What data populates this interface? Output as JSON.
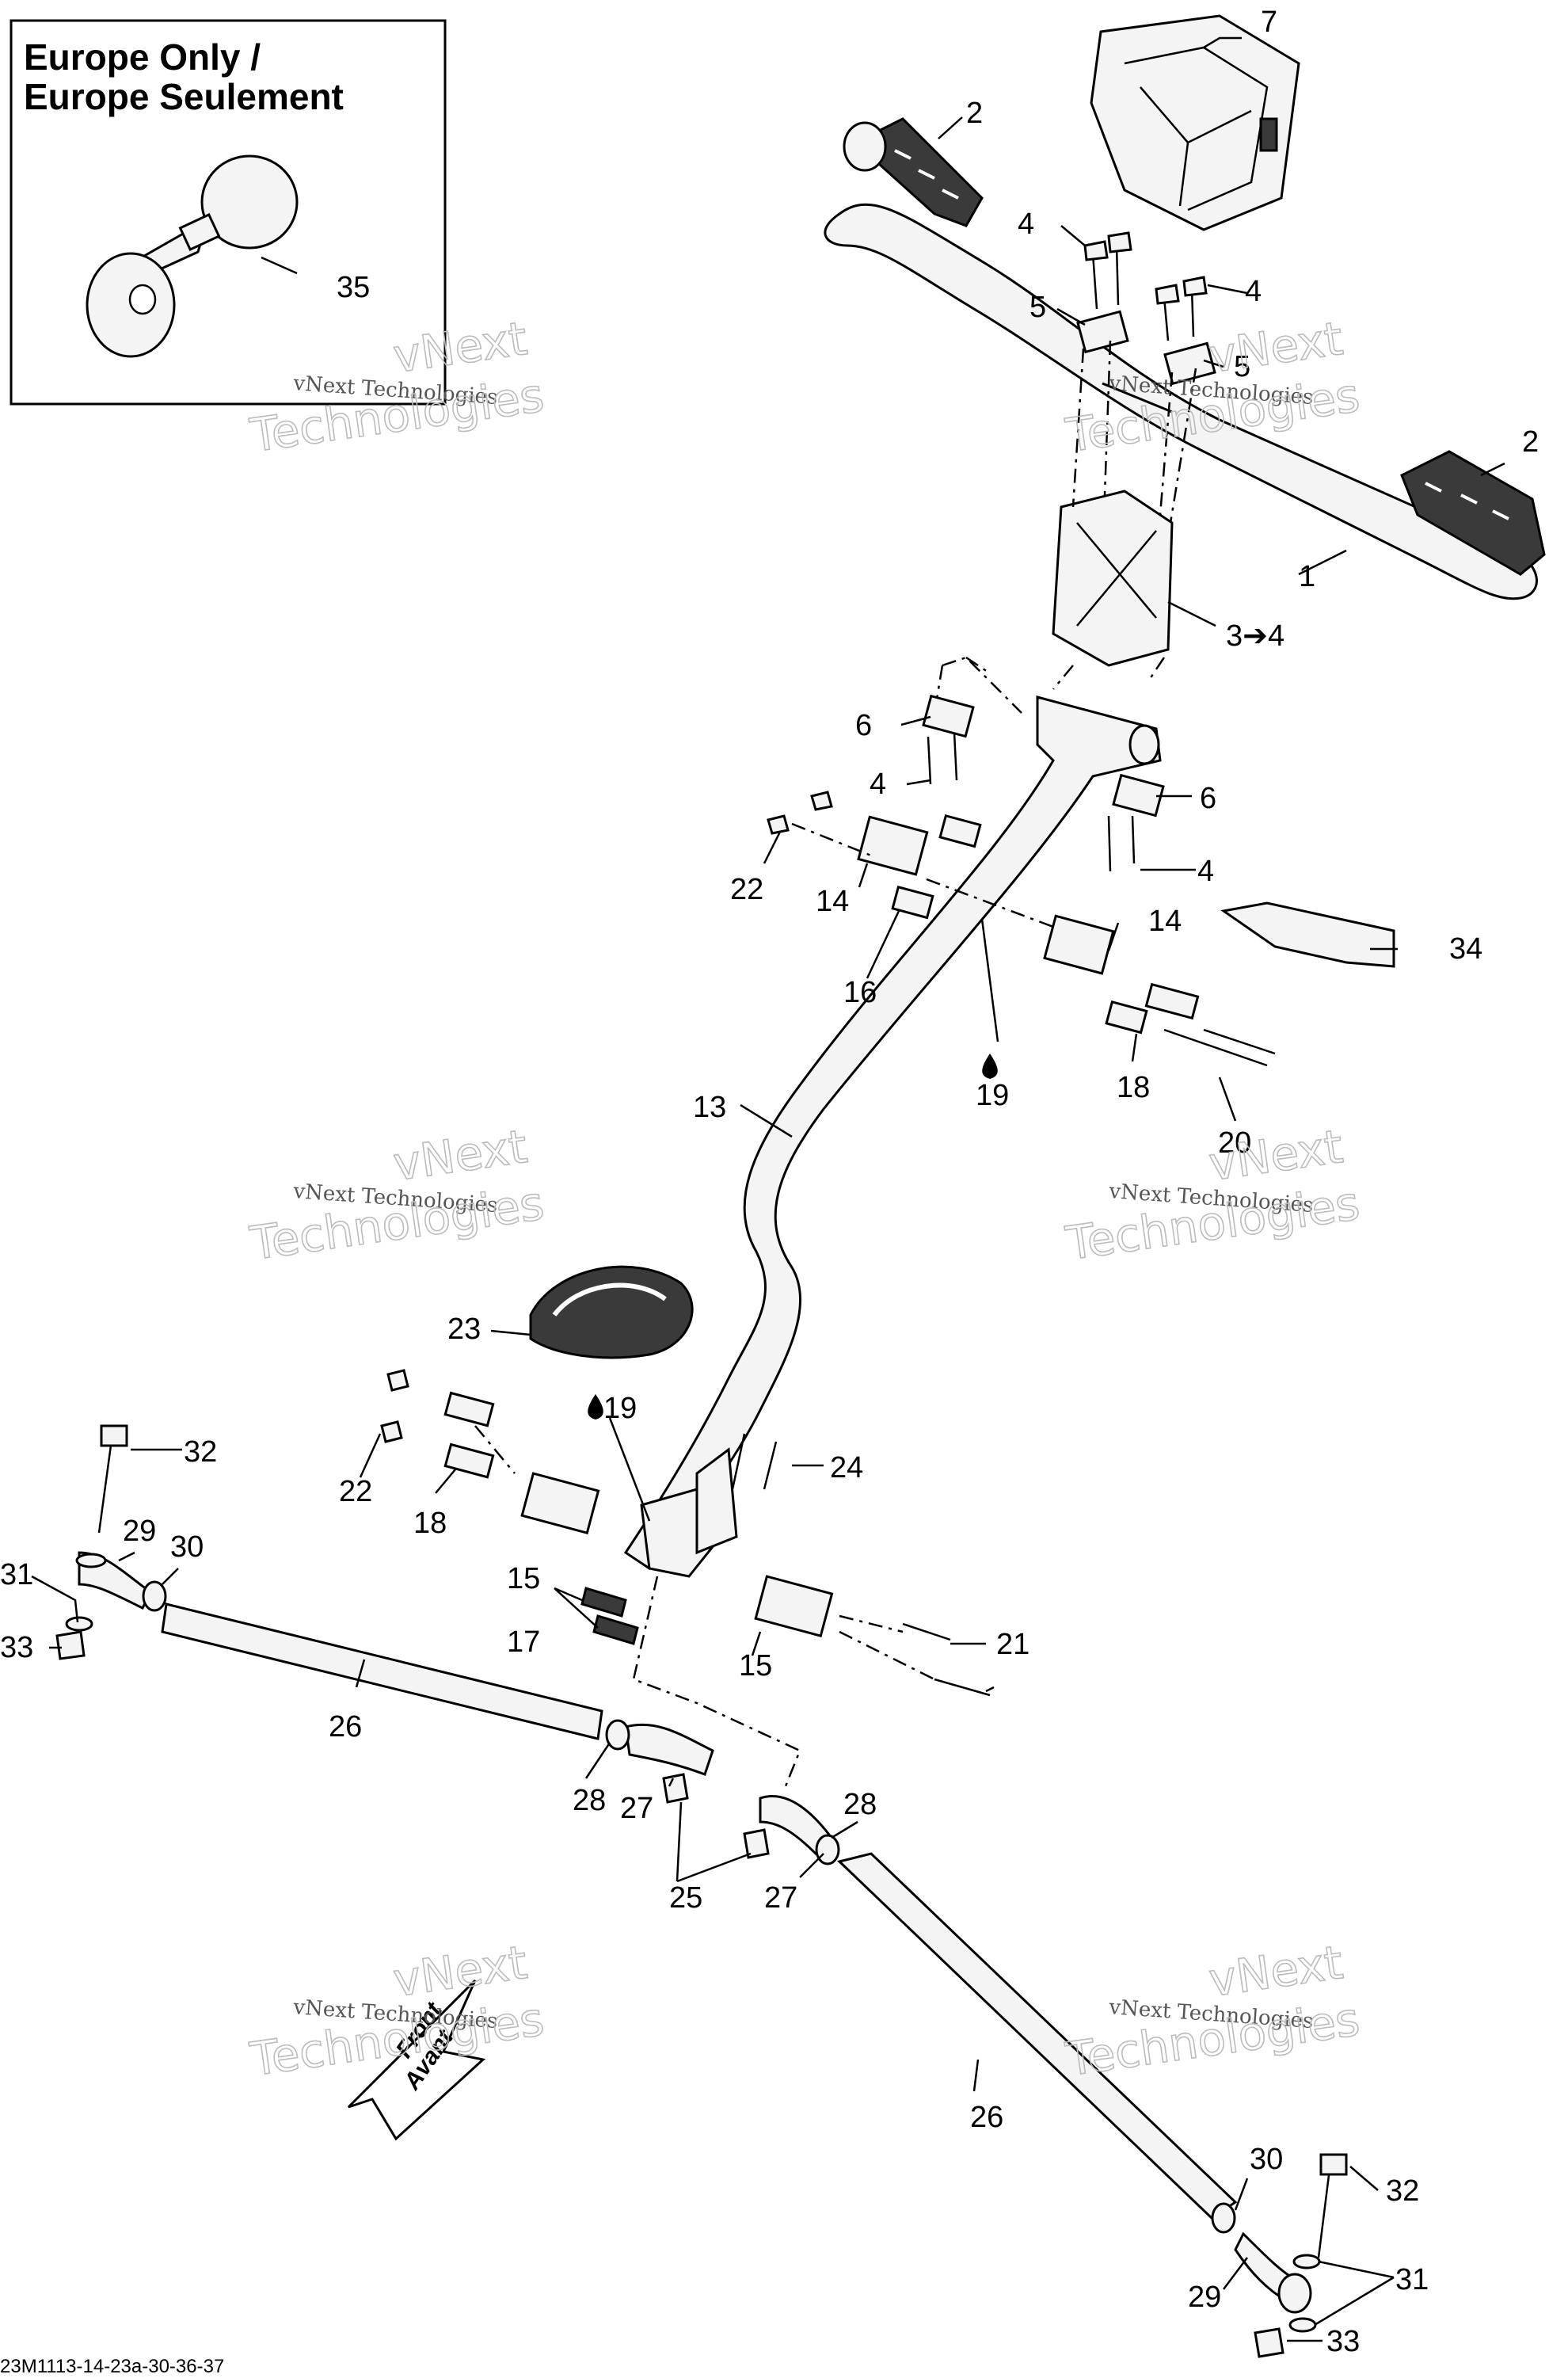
{
  "inset": {
    "title_line1": "Europe Only /",
    "title_line2": "Europe Seulement"
  },
  "watermark": {
    "line1": "vNext",
    "line2": "vNext Technologies",
    "line3": "Technologies"
  },
  "front_arrow": {
    "line1": "Front",
    "line2": "Avant"
  },
  "callouts": [
    {
      "id": "c7",
      "label": "7"
    },
    {
      "id": "c2a",
      "label": "2"
    },
    {
      "id": "c35",
      "label": "35"
    },
    {
      "id": "c4a",
      "label": "4"
    },
    {
      "id": "c5a",
      "label": "5"
    },
    {
      "id": "c4b",
      "label": "4"
    },
    {
      "id": "c5b",
      "label": "5"
    },
    {
      "id": "c2b",
      "label": "2"
    },
    {
      "id": "c1",
      "label": "1"
    },
    {
      "id": "c3",
      "label": "3➔4"
    },
    {
      "id": "c6a",
      "label": "6"
    },
    {
      "id": "c4c",
      "label": "4"
    },
    {
      "id": "c6b",
      "label": "6"
    },
    {
      "id": "c22a",
      "label": "22"
    },
    {
      "id": "c14a",
      "label": "14"
    },
    {
      "id": "c4d",
      "label": "4"
    },
    {
      "id": "c16",
      "label": "16"
    },
    {
      "id": "c14b",
      "label": "14"
    },
    {
      "id": "c34",
      "label": "34"
    },
    {
      "id": "c19a",
      "label": "19"
    },
    {
      "id": "c18a",
      "label": "18"
    },
    {
      "id": "c13",
      "label": "13"
    },
    {
      "id": "c20",
      "label": "20"
    },
    {
      "id": "c23",
      "label": "23"
    },
    {
      "id": "c19b",
      "label": "19"
    },
    {
      "id": "c32a",
      "label": "32"
    },
    {
      "id": "c24",
      "label": "24"
    },
    {
      "id": "c22b",
      "label": "22"
    },
    {
      "id": "c18b",
      "label": "18"
    },
    {
      "id": "c29a",
      "label": "29"
    },
    {
      "id": "c30a",
      "label": "30"
    },
    {
      "id": "c31a",
      "label": "31"
    },
    {
      "id": "c15a",
      "label": "15"
    },
    {
      "id": "c33a",
      "label": "33"
    },
    {
      "id": "c17",
      "label": "17"
    },
    {
      "id": "c21",
      "label": "21"
    },
    {
      "id": "c15b",
      "label": "15"
    },
    {
      "id": "c26a",
      "label": "26"
    },
    {
      "id": "c28a",
      "label": "28"
    },
    {
      "id": "c27a",
      "label": "27"
    },
    {
      "id": "c28b",
      "label": "28"
    },
    {
      "id": "c25",
      "label": "25"
    },
    {
      "id": "c27b",
      "label": "27"
    },
    {
      "id": "c26b",
      "label": "26"
    },
    {
      "id": "c30b",
      "label": "30"
    },
    {
      "id": "c32b",
      "label": "32"
    },
    {
      "id": "c29b",
      "label": "29"
    },
    {
      "id": "c31b",
      "label": "31"
    },
    {
      "id": "c33b",
      "label": "33"
    }
  ],
  "part_code": "23M1113-14-23a-30-36-37"
}
